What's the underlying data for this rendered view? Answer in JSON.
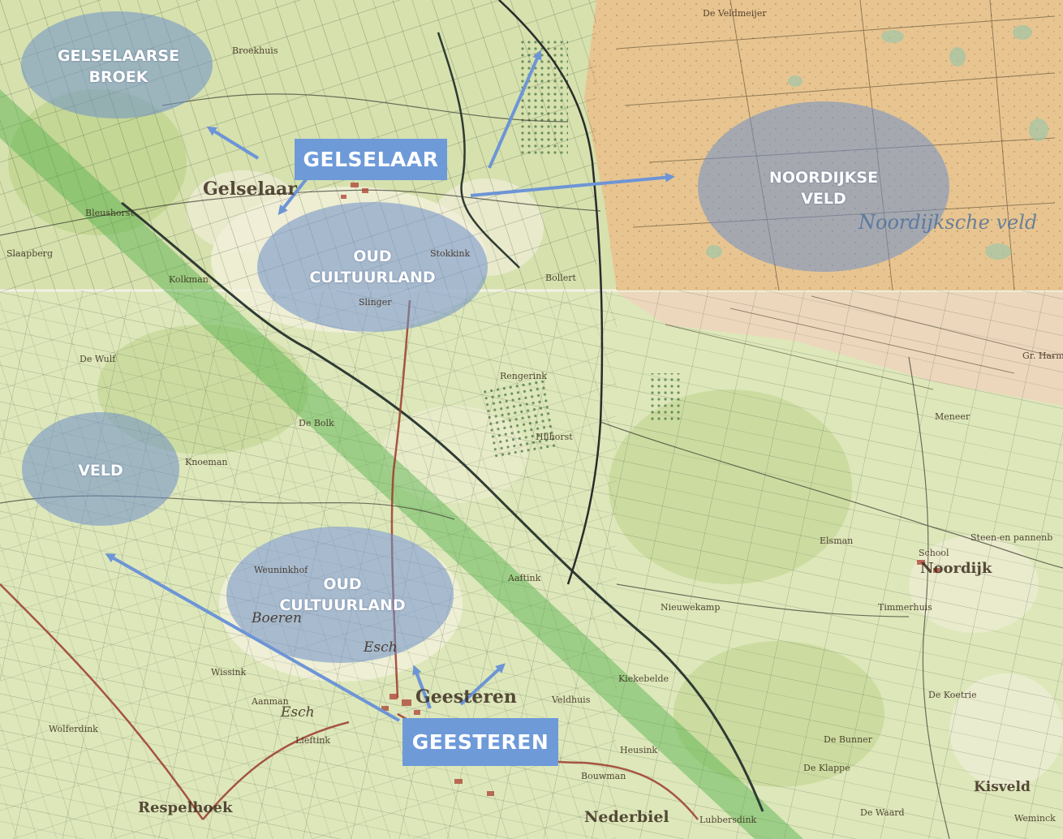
{
  "colors": {
    "sheet_top_land": "#d8e2b0",
    "sheet_bottom_land": "#dfe8bd",
    "heath": "#e9c68f",
    "meadow": "#b8cf84",
    "green_corridor": "#4fb04a",
    "region_ellipse": "#6e8fc9",
    "village_box": "#6e9ad8",
    "arrow": "#6d95d6",
    "road_red": "#9c3b2c",
    "stream_dark": "#2f3b33"
  },
  "regions": [
    {
      "id": "gelselaarse-broek",
      "label": "GELSELAARSE\nBROEK"
    },
    {
      "id": "oud-cultuurland-north",
      "label": "OUD\nCULTUURLAND"
    },
    {
      "id": "noordijkse-veld",
      "label": "NOORDIJKSE\nVELD"
    },
    {
      "id": "veld",
      "label": "VELD"
    },
    {
      "id": "oud-cultuurland-south",
      "label": "OUD\nCULTUURLAND"
    }
  ],
  "villages": [
    {
      "id": "gelselaar",
      "label": "GELSELAAR"
    },
    {
      "id": "geesteren",
      "label": "GEESTEREN"
    }
  ],
  "map_text": {
    "gelselaar": "Gelselaar",
    "geesteren": "Geesteren",
    "noordijk": "Noordijk",
    "nederbiel": "Nederbiel",
    "kisveld": "Kisveld",
    "respelhoek": "Respelhoek",
    "noordijksche_veld": "Noordijksche veld",
    "boeren": "Boeren",
    "esch_1": "Esch",
    "esch_2": "Esch",
    "de_veldmeijer": "De Veldmeijer",
    "broekhuis": "Broekhuis",
    "bleushorst": "Bleushorst",
    "slaapberg": "Slaapberg",
    "kolkman": "Kolkman",
    "slinger": "Slinger",
    "stokkink": "Stokkink",
    "bollert": "Bollert",
    "de_wulf": "De Wulf",
    "rengerink": "Rengerink",
    "hilhorst": "Hilhorst",
    "meneer": "Meneer",
    "elsman": "Elsman",
    "school": "School",
    "timmerhuis": "Timmerhuis",
    "nieuwekamp": "Nieuwekamp",
    "kiekebelde": "Kiekebelde",
    "de_koetrie": "De Koetrie",
    "de_bunner": "De Bunner",
    "de_klappe": "De Klappe",
    "de_waard": "De Waard",
    "weminck": "Weminck",
    "wissink": "Wissink",
    "aanman": "Aanman",
    "lieftink": "Lieftink",
    "wolferdink": "Wolferdink",
    "veldhuis": "Veldhuis",
    "heusink": "Heusink",
    "bouwman": "Bouwman",
    "lubbersdink": "Lubbersdink",
    "steen_en_pannenbakkerij": "Steen-en pannenb",
    "aaftink": "Aaftink",
    "knoeman": "Knoeman",
    "weuninkhof": "Weuninkhof",
    "de_bolk": "De Bolk",
    "gr_harm": "Gr. Harm"
  }
}
